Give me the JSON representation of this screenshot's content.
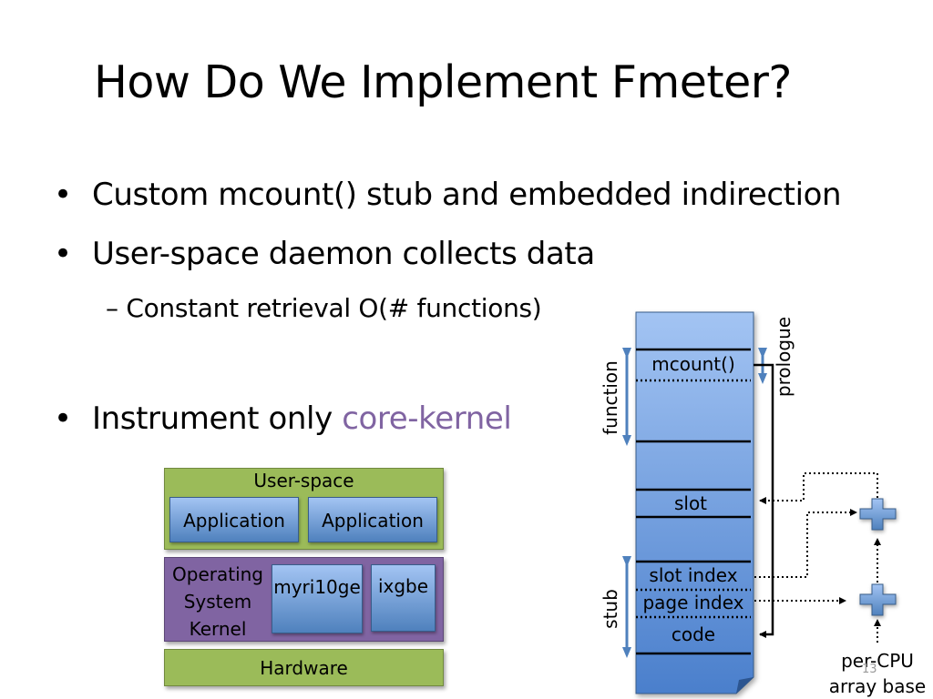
{
  "slide": {
    "title": "How Do We Implement Fmeter?",
    "bullets": [
      "Custom mcount() stub and embedded indirection",
      "User-space daemon collects data",
      "Instrument only "
    ],
    "subbullet": "Constant retrieval O(# functions)",
    "dash": "–",
    "bullet_symbol": "•",
    "accent_text": "core-kernel",
    "page_number": "13"
  },
  "stack": {
    "userspace": "User-space",
    "app1": "Application",
    "app2": "Application",
    "kernel_line1": "Operating",
    "kernel_line2": "System",
    "kernel_line3": "Kernel",
    "drv1": "myri10ge",
    "drv2": "ixgbe",
    "hardware": "Hardware"
  },
  "memory": {
    "mcount": "mcount()",
    "slot": "slot",
    "slot_index": "slot index",
    "page_index": "page index",
    "code": "code",
    "function_label": "function",
    "prologue_label": "prologue",
    "stub_label": "stub",
    "percpu_line1": "per-CPU",
    "percpu_line2": "array base"
  },
  "colors": {
    "accent": "#8064a2",
    "green": "#9bbb59",
    "blue": "#4f81bd",
    "light_blue": "#a3c4f3"
  }
}
